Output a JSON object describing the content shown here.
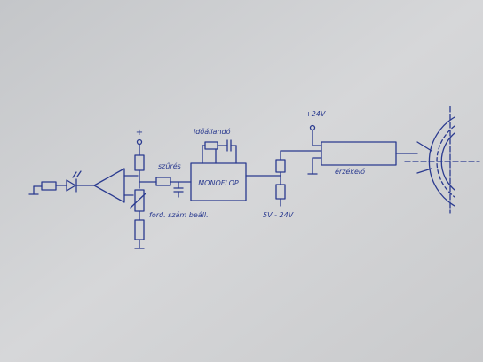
{
  "labels": {
    "supply_plus": "+",
    "filter": "szűrés",
    "monoflop": "MONOFLOP",
    "timing": "időállandó",
    "plus24v": "+24V",
    "sensor": "érzékelő",
    "rpm_adjust": "ford. szám beáll.",
    "voltage_range": "5V - 24V"
  },
  "colors": {
    "paper": "#cfd0d2",
    "ink": "#2a3a8f"
  }
}
